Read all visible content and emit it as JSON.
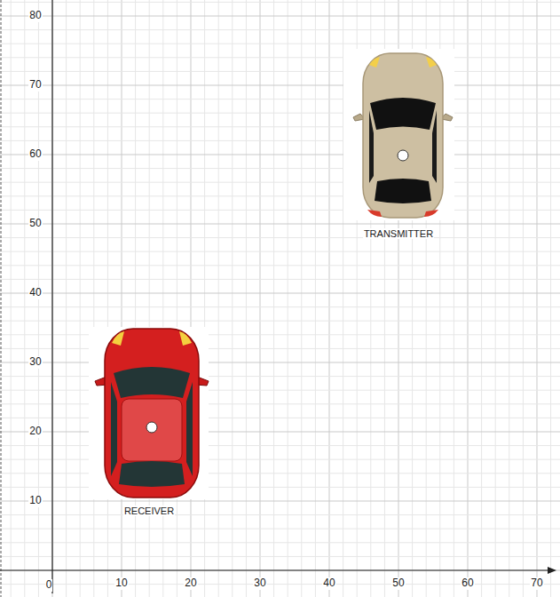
{
  "diagram": {
    "labels": [
      "80",
      "70",
      "60",
      "50",
      "40",
      "30",
      "20",
      "10",
      "0",
      "10",
      "20",
      "30",
      "40",
      "50",
      "60",
      "70",
      "TRANSMITTER",
      "RECEIVER"
    ]
  }
}
